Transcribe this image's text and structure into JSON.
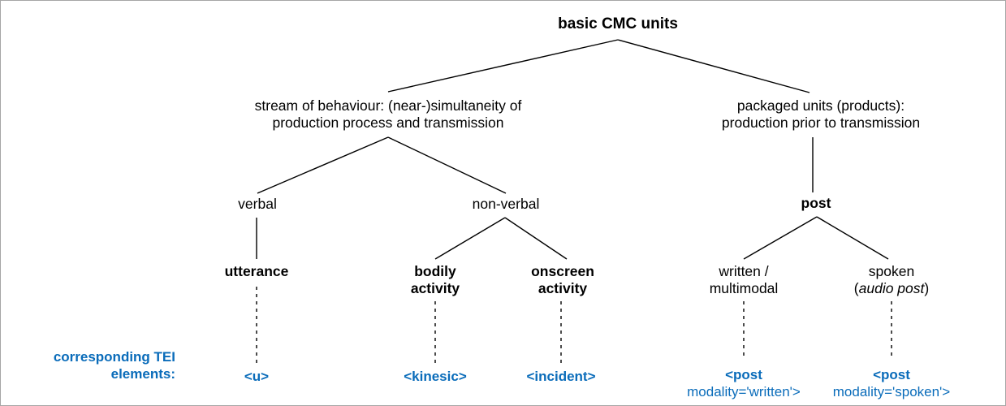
{
  "diagram": {
    "title_node": "basic CMC units",
    "colors": {
      "text": "#000000",
      "tei_blue": "#0a6cba",
      "edge": "#000000",
      "border": "#a6a6a6",
      "background": "#ffffff"
    },
    "nodes": {
      "root": {
        "line1": "basic CMC units"
      },
      "stream": {
        "line1": "stream of behaviour: (near-)simultaneity of",
        "line2": "production process and transmission"
      },
      "packaged": {
        "line1": "packaged units (products):",
        "line2": "production prior to transmission"
      },
      "verbal": {
        "line1": "verbal"
      },
      "nonverbal": {
        "line1": "non-verbal"
      },
      "post": {
        "line1": "post"
      },
      "utterance": {
        "line1": "utterance"
      },
      "bodily": {
        "line1": "bodily",
        "line2": "activity"
      },
      "onscreen": {
        "line1": "onscreen",
        "line2": "activity"
      },
      "written": {
        "line1": "written /",
        "line2": "multimodal"
      },
      "spoken": {
        "line1": "spoken",
        "line2_open": "(",
        "line2_italic": "audio post",
        "line2_close": ")"
      }
    },
    "tei": {
      "label": {
        "line1": "corresponding TEI",
        "line2": "elements:"
      },
      "u": {
        "line1": "<u>"
      },
      "kinesic": {
        "line1": "<kinesic>"
      },
      "incident": {
        "line1": "<incident>"
      },
      "post_written": {
        "line1": "<post",
        "line2": "modality='written'>"
      },
      "post_spoken": {
        "line1": "<post",
        "line2": "modality='spoken'>"
      }
    }
  }
}
